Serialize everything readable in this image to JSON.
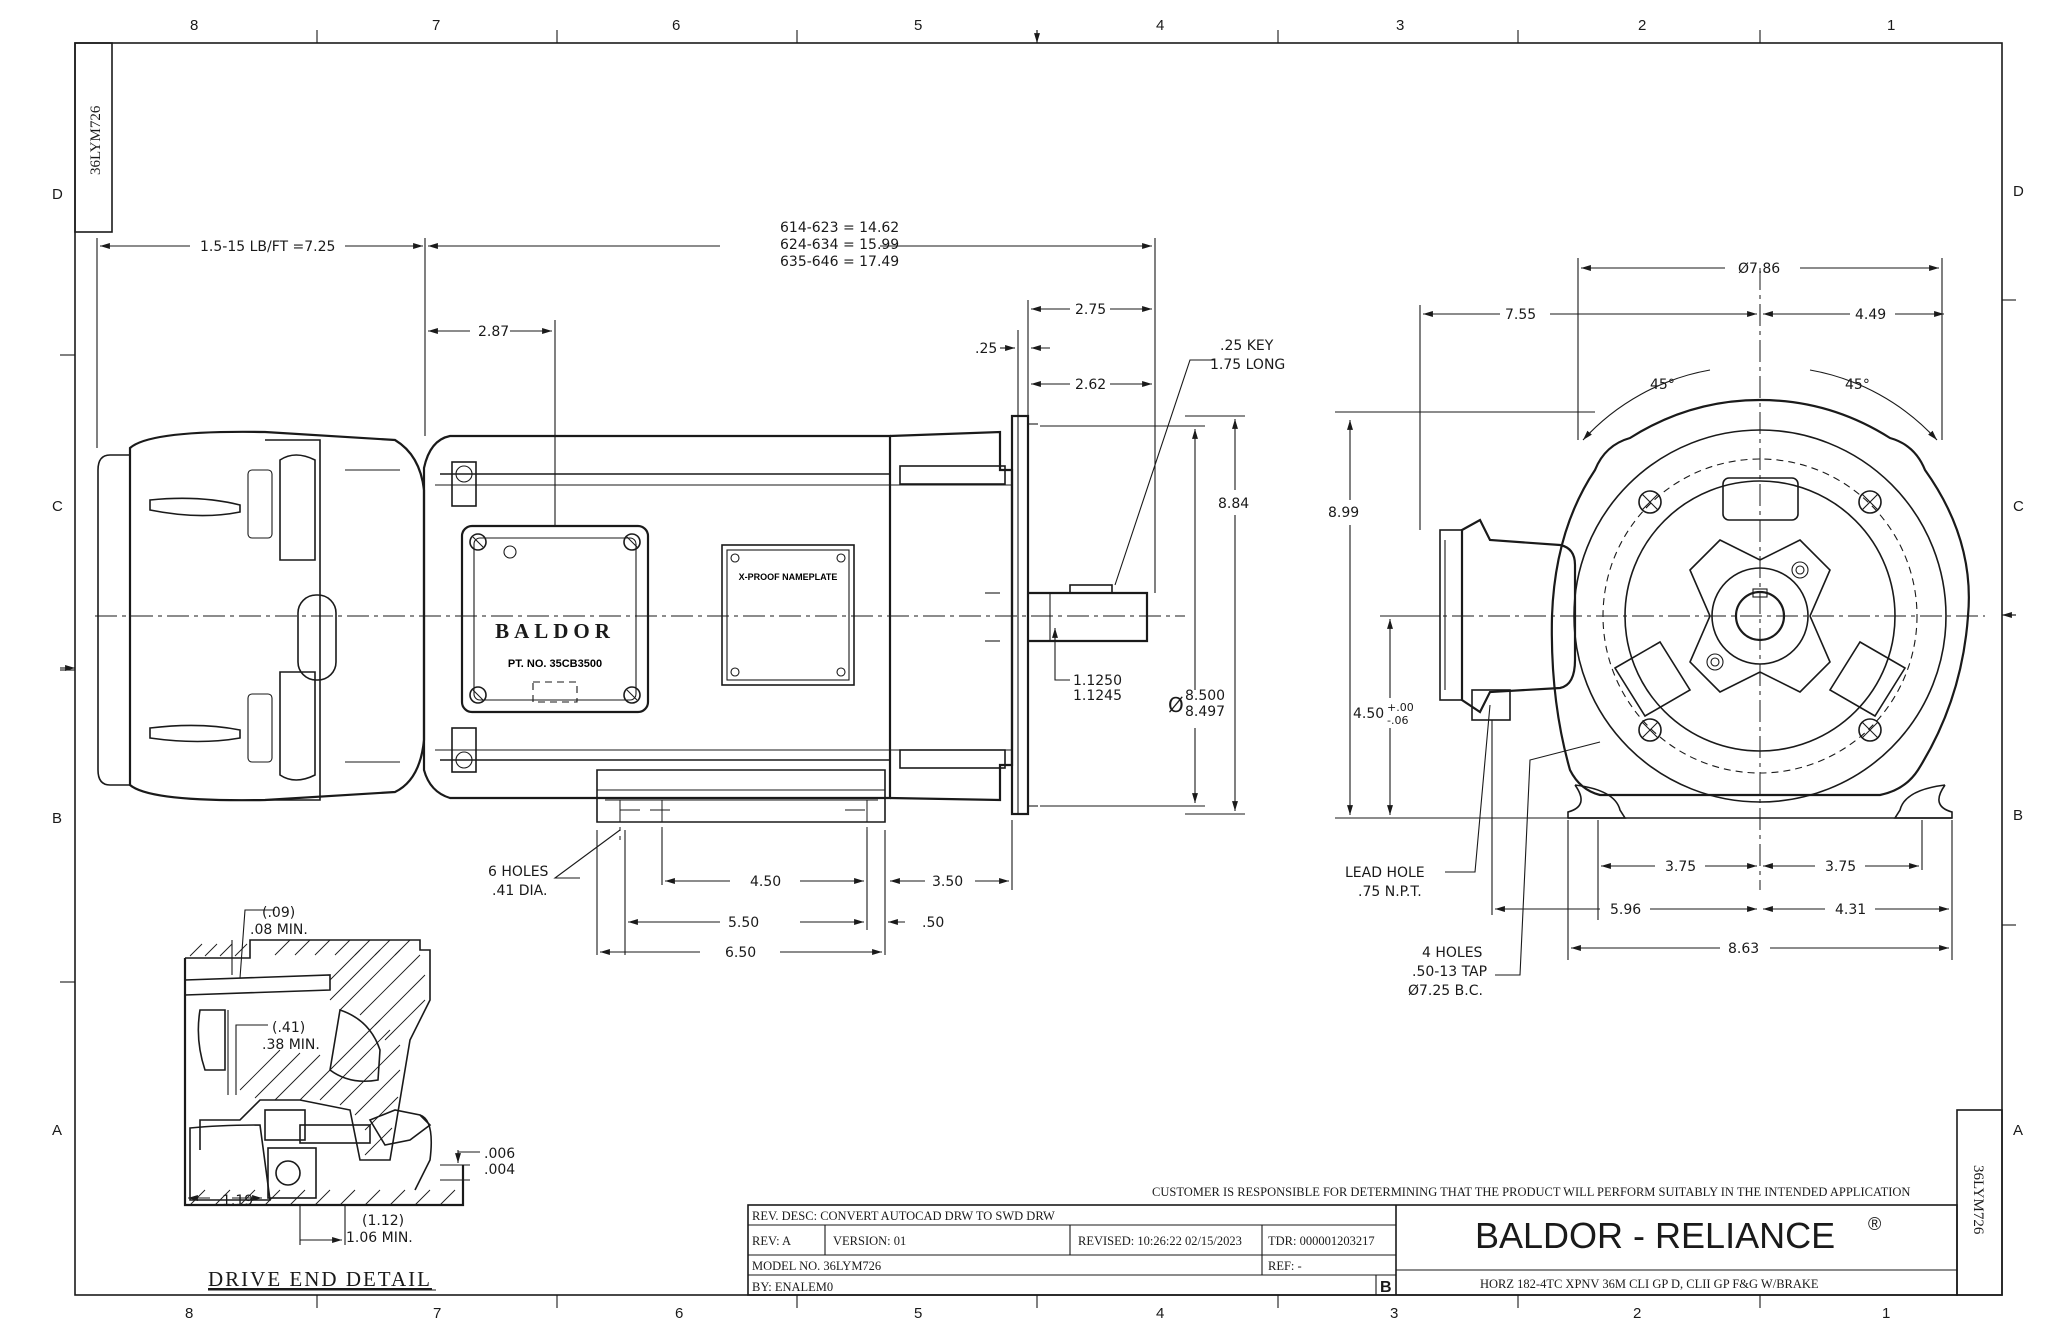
{
  "sheet": {
    "zones_top": [
      "8",
      "7",
      "6",
      "5",
      "4",
      "3",
      "2",
      "1"
    ],
    "zones_side": [
      "D",
      "C",
      "B",
      "A"
    ],
    "model_tag": "36LYM726"
  },
  "side_view": {
    "overall_dims": [
      "614-623 = 14.62",
      "624-634 = 15.99",
      "635-646 = 17.49"
    ],
    "brake_dim": "1.5-15 LB/FT =7.25",
    "dim_287": "2.87",
    "dim_275": "2.75",
    "dim_025": ".25",
    "dim_262": "2.62",
    "key_note": [
      ".25 KEY",
      "1.75 LONG"
    ],
    "dim_884": "8.84",
    "shaft_dia": [
      "1.1250",
      "1.1245"
    ],
    "pilot_dia": [
      "8.500",
      "8.497"
    ],
    "pilot_dia_symbol": "Ø",
    "box_brand": "BALDOR",
    "box_part": "PT. NO. 35CB3500",
    "nameplate": "X-PROOF NAMEPLATE",
    "holes_note": [
      "6 HOLES",
      ".41 DIA."
    ],
    "dim_450": "4.50",
    "dim_350": "3.50",
    "dim_550": "5.50",
    "dim_050": ".50",
    "dim_650": "6.50"
  },
  "end_view": {
    "bolt_circle": "Ø7.86",
    "dim_755": "7.55",
    "dim_449": "4.49",
    "angle_left": "45°",
    "angle_right": "45°",
    "dim_899": "8.99",
    "dim_450_tol": [
      "4.50",
      "+.00",
      "-.06"
    ],
    "lead_hole": [
      "LEAD HOLE",
      ".75 N.P.T."
    ],
    "dim_375_l": "3.75",
    "dim_375_r": "3.75",
    "dim_596": "5.96",
    "dim_431": "4.31",
    "dim_863": "8.63",
    "holes_note": [
      "4 HOLES",
      ".50-13 TAP",
      "Ø7.25 B.C."
    ]
  },
  "detail": {
    "title": "DRIVE END DETAIL",
    "d_09": "(.09)",
    "d_08": ".08 MIN.",
    "d_41": "(.41)",
    "d_38": ".38 MIN.",
    "d_006": ".006",
    "d_004": ".004",
    "d_119": "1.19",
    "d_112": "(1.12)",
    "d_106": "1.06 MIN."
  },
  "title_block": {
    "disclaimer": "CUSTOMER IS RESPONSIBLE FOR DETERMINING THAT THE PRODUCT WILL PERFORM SUITABLY IN THE INTENDED APPLICATION",
    "rev_desc": "REV. DESC: CONVERT AUTOCAD DRW TO SWD DRW",
    "rev": "REV:  A",
    "version": "VERSION:  01",
    "revised": "REVISED:  10:26:22 02/15/2023",
    "tdr": "TDR: 000001203217",
    "model_no": "MODEL NO.  36LYM726",
    "ref": "REF:  -",
    "by": "BY: ENALEM0",
    "size": "B",
    "company": "BALDOR - RELIANCE",
    "reg": "®",
    "description": "HORZ 182-4TC XPNV 36M CLI GP D, CLII GP F&G W/BRAKE"
  }
}
